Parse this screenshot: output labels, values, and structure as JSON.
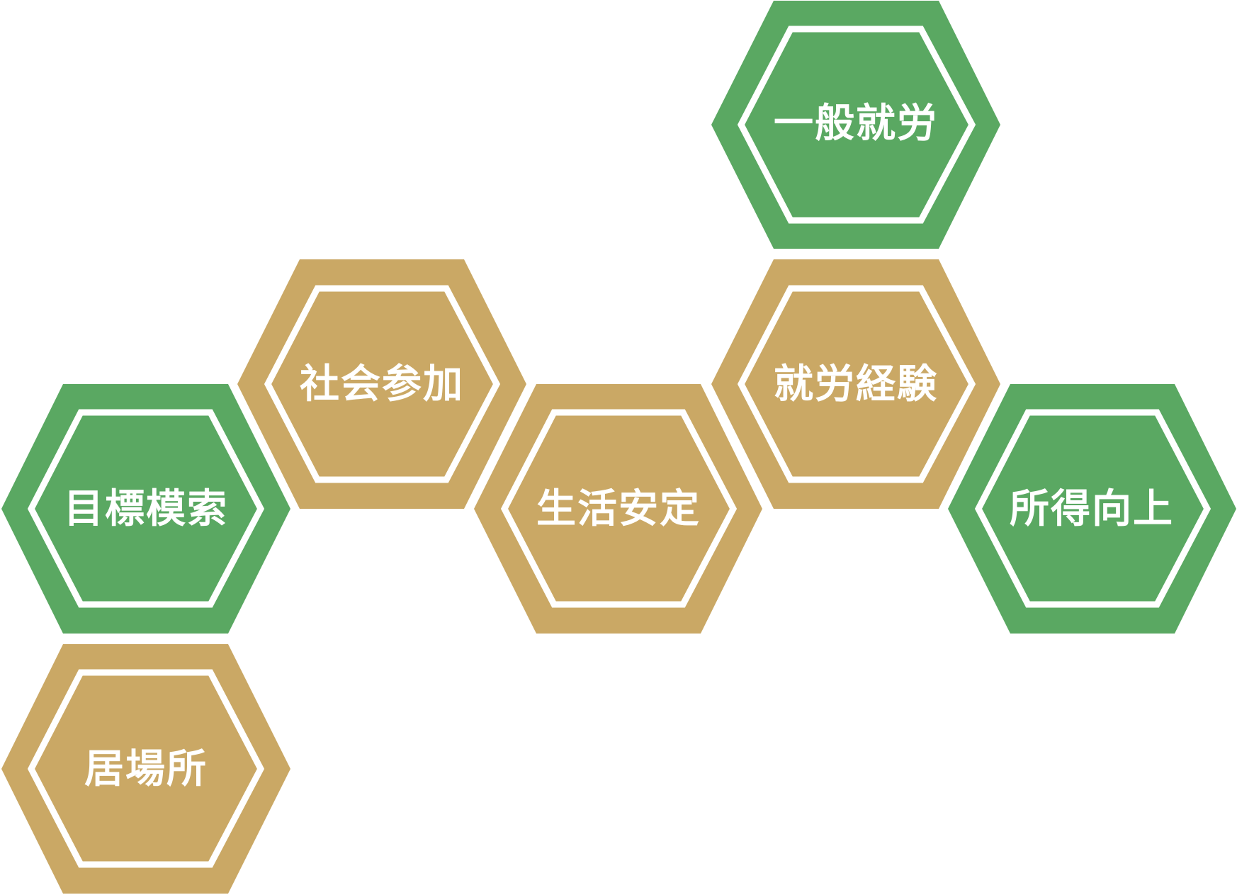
{
  "colors": {
    "green": "#5aa862",
    "gold": "#caa865",
    "inner_stroke": "#ffffff",
    "text": "#ffffff",
    "background": "#ffffff"
  },
  "hexagons": [
    {
      "id": "ippan-shuro",
      "label": "一般就労",
      "color": "green"
    },
    {
      "id": "shakai-sanka",
      "label": "社会参加",
      "color": "gold"
    },
    {
      "id": "shuro-keiken",
      "label": "就労経験",
      "color": "gold"
    },
    {
      "id": "mokuhyo-mosaku",
      "label": "目標模索",
      "color": "green"
    },
    {
      "id": "seikatsu-antei",
      "label": "生活安定",
      "color": "gold"
    },
    {
      "id": "shotoku-kojo",
      "label": "所得向上",
      "color": "green"
    },
    {
      "id": "ibasho",
      "label": "居場所",
      "color": "gold"
    }
  ]
}
